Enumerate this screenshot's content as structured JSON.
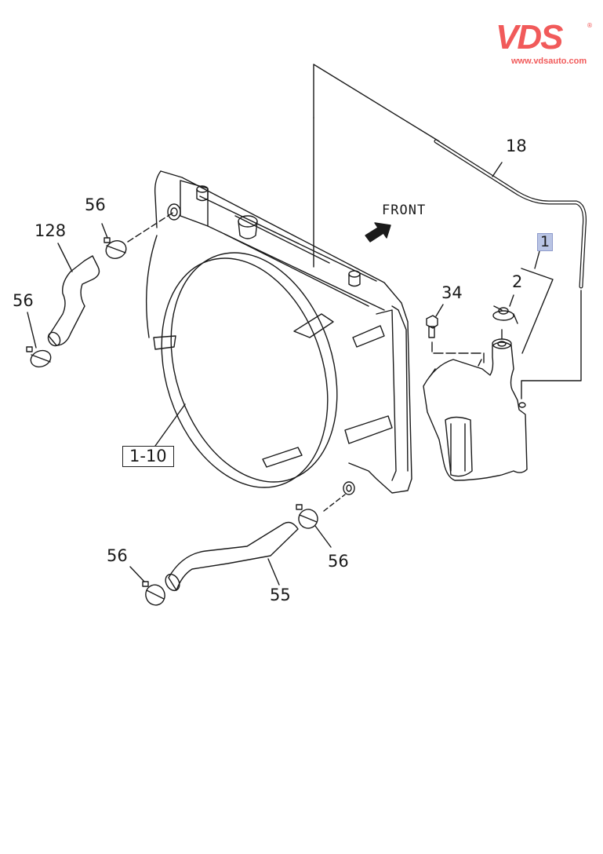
{
  "watermark": "                ",
  "logo": {
    "mark": "VDS",
    "registered": "®",
    "url": "www.vdsauto.com",
    "color": "#f15a5a"
  },
  "diagram": {
    "direction_label": "FRONT",
    "callouts": [
      {
        "id": "c18",
        "label": "18",
        "part": "hose-reserve-tank"
      },
      {
        "id": "c1",
        "label": "1",
        "part": "reserve-tank-assembly",
        "highlighted": true
      },
      {
        "id": "c2",
        "label": "2",
        "part": "reserve-tank-cap"
      },
      {
        "id": "c34",
        "label": "34",
        "part": "bolt"
      },
      {
        "id": "c56a",
        "label": "56",
        "part": "hose-clamp"
      },
      {
        "id": "c128",
        "label": "128",
        "part": "upper-radiator-hose"
      },
      {
        "id": "c56b",
        "label": "56",
        "part": "hose-clamp"
      },
      {
        "id": "c110",
        "label": "1-10",
        "part": "radiator-fan-shroud",
        "boxed": true
      },
      {
        "id": "c56c",
        "label": "56",
        "part": "hose-clamp"
      },
      {
        "id": "c56d",
        "label": "56",
        "part": "hose-clamp"
      },
      {
        "id": "c55",
        "label": "55",
        "part": "lower-radiator-hose"
      }
    ]
  },
  "colors": {
    "line": "#1a1a1a",
    "highlight": "#b9c4e4"
  }
}
